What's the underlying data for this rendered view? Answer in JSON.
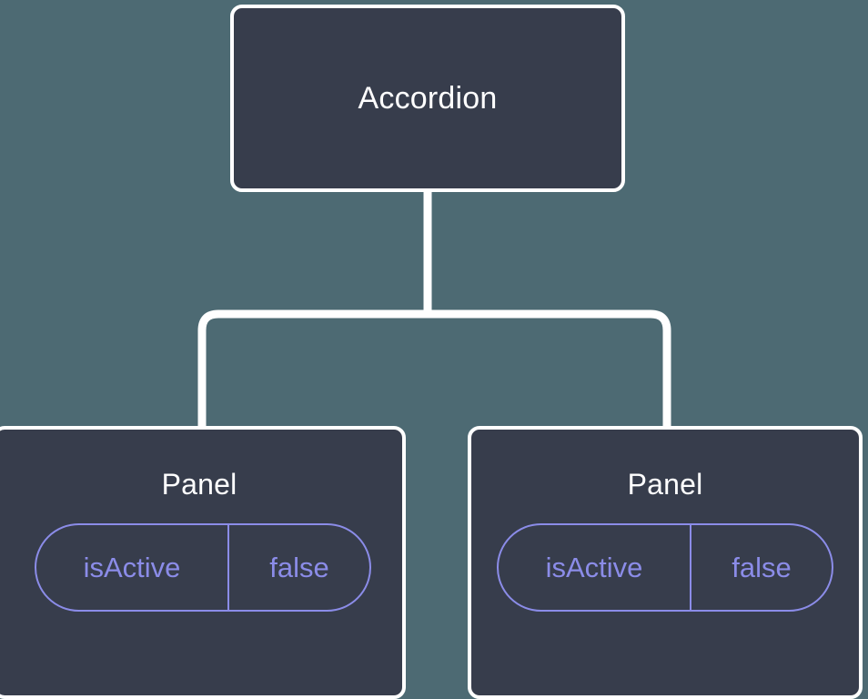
{
  "canvas": {
    "background_color": "#4d6a73",
    "node_fill_color": "#373d4c",
    "node_border_color": "#ffffff",
    "edge_color": "#ffffff",
    "prop_accent_color": "#8b8ce8",
    "title_color": "#ffffff"
  },
  "tree": {
    "root": {
      "title": "Accordion"
    },
    "children": [
      {
        "title": "Panel",
        "props": [
          {
            "key": "isActive",
            "value": "false"
          }
        ]
      },
      {
        "title": "Panel",
        "props": [
          {
            "key": "isActive",
            "value": "false"
          }
        ]
      }
    ]
  }
}
